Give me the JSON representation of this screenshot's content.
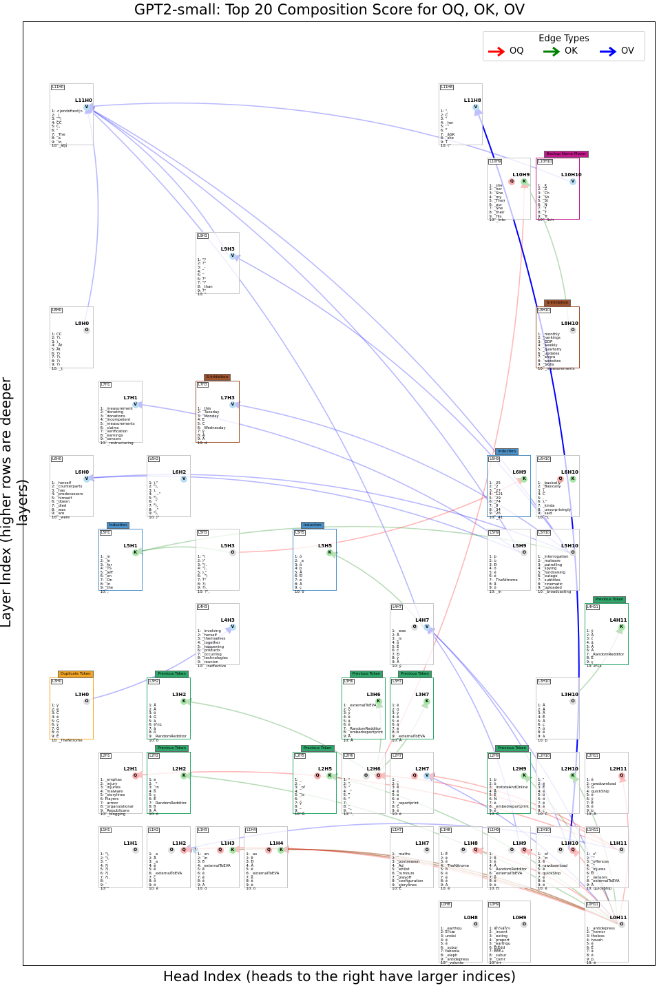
{
  "title": "GPT2-small: Top 20 Composition Score for OQ, OK, OV",
  "xlabel": "Head Index (heads to the right have larger indices)",
  "ylabel": "Layer Index (higher rows are deeper layers)",
  "colors": {
    "OQ": "#ff0000",
    "OK": "#008000",
    "OV": "#0000ff"
  },
  "legend": {
    "title": "Edge Types",
    "items": [
      {
        "label": "OQ",
        "color": "#ff0000"
      },
      {
        "label": "OK",
        "color": "#008000"
      },
      {
        "label": "OV",
        "color": "#0000ff"
      }
    ]
  },
  "heads": [
    {
      "id": "L11H0",
      "layer": 11,
      "head": 0,
      "roles": [
        "V"
      ],
      "tokens": [
        "1: <|endoftext|>",
        "2: _|",
        "3: _\"|",
        "4: CC",
        "5: C,",
        "6: \"",
        "7: _The",
        "8: _a",
        "9: _in",
        "10: _âĢĵ"
      ]
    },
    {
      "id": "L11H8",
      "layer": 11,
      "head": 8,
      "roles": [
        "V"
      ],
      "tokens": [
        "1: \",",
        "2: Ċ",
        "3: \"",
        "4: _her",
        "5: _\"",
        "6: \"",
        "7: _âĢK",
        "8: _she",
        "9: T",
        "10: t\""
      ]
    },
    {
      "id": "L10H9",
      "layer": 10,
      "head": 9,
      "roles": [
        "Q",
        "K"
      ],
      "tokens": [
        "1: _she",
        "2: _her",
        "3: _She",
        "4: _my",
        "5: _Their",
        "6: _our",
        "7: _She",
        "8: _their",
        "9: _His",
        "10: _Into"
      ]
    },
    {
      "id": "L10H10",
      "layer": 10,
      "head": 10,
      "roles": [
        "V"
      ],
      "badge": "Backup Name Mover",
      "badge_color": "#c2188b",
      "tokens": [
        "1: _K",
        "2: _Z",
        "3: _Ch",
        "4: _Sh",
        "5: _St",
        "6: _N",
        "7: _Y",
        "8: _T",
        "9: _Tr",
        "10: _Sch"
      ]
    },
    {
      "id": "L9H3",
      "layer": 9,
      "head": 3,
      "roles": [
        "V"
      ],
      "tokens": [
        "1: \"?",
        "2: ?\"",
        "3: _-",
        "4: _",
        "5: _",
        "6: ?\"",
        "7: \"?",
        "8: _than",
        "9: ?\"",
        "10: \""
      ]
    },
    {
      "id": "L8H0",
      "layer": 8,
      "head": 0,
      "roles": [
        "O"
      ],
      "tokens": [
        "1: CC",
        "2: ?).",
        "3: ).",
        "4: _Ät",
        "5: At",
        "6: ?)",
        "7: ?).",
        "8: ?)",
        "9: ?)",
        "10: _);"
      ]
    },
    {
      "id": "L8H10",
      "layer": 8,
      "head": 10,
      "roles": [
        "O"
      ],
      "badge": "S-Inhibition",
      "badge_color": "#a0522d",
      "tokens": [
        "1: _monthly",
        "2: _rankings",
        "3: _GDP",
        "4: _weekly",
        "5: _quarterly",
        "6: _updates",
        "7: _ahgra",
        "8: _websites",
        "9: _Skills",
        "10: _measurements"
      ]
    },
    {
      "id": "L7H1",
      "layer": 7,
      "head": 1,
      "roles": [
        "V"
      ],
      "tokens": [
        "1: _measurement",
        "2: _donating",
        "3: _donations",
        "4: _incompetent",
        "5: _measurements",
        "6: _claims",
        "7: _verification",
        "8: _earnings",
        "9: _sensors",
        "10: _restructuring"
      ]
    },
    {
      "id": "L7H3",
      "layer": 7,
      "head": 3,
      "roles": [
        "V"
      ],
      "badge": "S-Inhibition",
      "badge_color": "#a0522d",
      "tokens": [
        "1: _this",
        "2: _Tuesday",
        "3: _Monday",
        "4: E",
        "5: C",
        "6: _Wednesday",
        "7: y",
        "8: Â",
        "9: Å",
        "10: d"
      ]
    },
    {
      "id": "L6H0",
      "layer": 6,
      "head": 0,
      "roles": [
        "V"
      ],
      "tokens": [
        "1: _herself",
        "2: _counterparts",
        "3: _has",
        "4: _predecessors",
        "5: _himself",
        "6: _doesn",
        "7: _died",
        "8: _was",
        "9: _are",
        "10: _were"
      ]
    },
    {
      "id": "L6H2",
      "layer": 6,
      "head": 2,
      "roles": [
        "V"
      ],
      "tokens": [
        "1: ),\"",
        "2: \"),",
        "3: ),",
        "4: _...\"",
        "5: \"),",
        "6: _\"",
        "7: \"),",
        "8: _,\"",
        "9: \"),",
        "10: )\""
      ]
    },
    {
      "id": "L6H9",
      "layer": 6,
      "head": 9,
      "roles": [
        "K"
      ],
      "badge": "Induction",
      "badge_color": "#4a90c8",
      "tokens": [
        "1: _25",
        "2: _2",
        "3: _27",
        "4: _121",
        "5: _29",
        "6: _74",
        "7: _8",
        "8: _34",
        "9: _26",
        "10: _41"
      ]
    },
    {
      "id": "L6H10",
      "layer": 6,
      "head": 10,
      "roles": [
        "Q",
        "K"
      ],
      "tokens": [
        "1: _basically",
        "2: _Basically",
        "3: ).",
        "4: C",
        "5: ,",
        "6: ),\"",
        "7: _kinda",
        "8: _unsurprisingly",
        "9: _said",
        "10: \"),"
      ]
    },
    {
      "id": "L5H1",
      "layer": 5,
      "head": 1,
      "roles": [
        "K"
      ],
      "badge": "Induction",
      "badge_color": "#4a90c8",
      "tokens": [
        "1: _in",
        "2: _In",
        "3: _for",
        "4: _TS",
        "5: _Jeff",
        "6: _on",
        "7: _On",
        "8: _In",
        "9: _the",
        "10: ;"
      ]
    },
    {
      "id": "L5H3",
      "layer": 5,
      "head": 3,
      "roles": [
        "O"
      ],
      "tokens": [
        "1: \")",
        "2: )\"",
        "3: \").",
        "4: \"),",
        "5: ),\"",
        "6: _\")",
        "7: ?\"",
        "8: ?)",
        "9: ?).",
        "10: ?\","
      ]
    },
    {
      "id": "L5H5",
      "layer": 5,
      "head": 5,
      "roles": [
        "K"
      ],
      "badge": "Induction",
      "badge_color": "#4a90c8",
      "tokens": [
        "1: ô",
        "2: _a",
        "3: ô",
        "4: þ",
        "5: Â",
        "6: Ð",
        "7: é",
        "8: Â",
        "9: ç",
        "10: ö"
      ]
    },
    {
      "id": "L5H9",
      "layer": 5,
      "head": 9,
      "roles": [
        "O"
      ],
      "tokens": [
        "1: þ",
        "2: ù",
        "3: Ð",
        "4: ö",
        "5: é",
        "6: é",
        "7: _TheNitrome",
        "8: â",
        "9: ö",
        "10: _in"
      ]
    },
    {
      "id": "L5H10",
      "layer": 5,
      "head": 10,
      "roles": [
        "O"
      ],
      "tokens": [
        "1: _interrogation",
        "2: _malware",
        "3: _patrolling",
        "4: _spying",
        "5: _fundraising",
        "6: _outage",
        "7: _subtitles",
        "8: _cinematic",
        "9: _uploaded",
        "10: _broadcasting"
      ]
    },
    {
      "id": "L4H3",
      "layer": 4,
      "head": 3,
      "roles": [
        "V"
      ],
      "tokens": [
        "1: _involving",
        "2: _herself",
        "3: _themselves",
        "4: _together",
        "5: _happening",
        "6: _products",
        "7: _occurring",
        "8: _technologies",
        "9: _reunion",
        "10: _ineffective"
      ]
    },
    {
      "id": "L4H7",
      "layer": 4,
      "head": 7,
      "roles": [
        "O",
        "V"
      ],
      "tokens": [
        "1: _was",
        "2: Â",
        "3: _is",
        "4: ô",
        "5: Ê",
        "6: ć",
        "7: Ð",
        "8: ý",
        "9: Â",
        "10: ý"
      ]
    },
    {
      "id": "L4H11",
      "layer": 4,
      "head": 11,
      "roles": [
        "K"
      ],
      "badge": "Previous Token",
      "badge_color": "#2ea86a",
      "tokens": [
        "1: ÿ",
        "2: Â",
        "3: ć",
        "4: â",
        "5: À",
        "6: Á",
        "7: _RandomRedditor",
        "8: Ê",
        "9: ç",
        "10: ë¼Ŀ"
      ]
    },
    {
      "id": "L3H0",
      "layer": 3,
      "head": 0,
      "roles": [
        "O"
      ],
      "badge": "Duplicate Token",
      "badge_color": "#f5a623",
      "tokens": [
        "1: ÿ",
        "2: ê",
        "3: Ĉ",
        "4: ê",
        "5: Ĝ",
        "6: ý",
        "7: Ġ",
        "8: ö",
        "9: Ë",
        "10: _TheNitrome"
      ]
    },
    {
      "id": "L3H2",
      "layer": 3,
      "head": 2,
      "roles": [
        "K"
      ],
      "badge": "Previous Token",
      "badge_color": "#2ea86a",
      "tokens": [
        "1: Â",
        "2: Â",
        "3: ö",
        "4: Ġ",
        "5: â",
        "6: ë¼Ŀ",
        "7: â",
        "8: ß",
        "9: _RandomRedditor",
        "10: ö"
      ]
    },
    {
      "id": "L3H6",
      "layer": 3,
      "head": 6,
      "roles": [
        "K"
      ],
      "badge": "Previous Token",
      "badge_color": "#2ea86a",
      "tokens": [
        "1: _externalToEVA",
        "2: ö",
        "3: ý",
        "4: ê",
        "5: ä",
        "6: ê",
        "7: _RandomRedditor",
        "8: _embedreportprint",
        "9: Â",
        "10: Â"
      ]
    },
    {
      "id": "L3H7",
      "layer": 3,
      "head": 7,
      "roles": [
        "K"
      ],
      "badge": "Previous Token",
      "badge_color": "#2ea86a",
      "tokens": [
        "1: ê",
        "2: ö",
        "3: ý",
        "4: ê",
        "5: é",
        "6: ä",
        "7: é",
        "8: ö",
        "9: _externalToEVA",
        "10: Â"
      ]
    },
    {
      "id": "L3H10",
      "layer": 3,
      "head": 10,
      "roles": [
        "O"
      ],
      "tokens": [
        "1: Â",
        "2: Ã",
        "3: Å",
        "4: Ê",
        "5: Â",
        "6: ç",
        "7: ö",
        "8: ê",
        "9: â",
        "10: þ"
      ]
    },
    {
      "id": "L2H1",
      "layer": 2,
      "head": 1,
      "roles": [
        "Q"
      ],
      "tokens": [
        "1: _emphas",
        "2: _injury",
        "3: _injuries",
        "4: _malware",
        "5: _storylines",
        "6: Players",
        "7: _armor",
        "8: _organizational",
        "9: _Republicans",
        "10: _blogging"
      ]
    },
    {
      "id": "L2H2",
      "layer": 2,
      "head": 2,
      "roles": [
        "K"
      ],
      "badge": "Previous Token",
      "badge_color": "#2ea86a",
      "tokens": [
        "1: e",
        "2: _\"",
        "3: _in",
        "4: ß",
        "5: ç",
        "6: Ê",
        "7: _RandomRedditor",
        "8: ß",
        "9: Â",
        "10: ö"
      ]
    },
    {
      "id": "L2H5",
      "layer": 2,
      "head": 5,
      "roles": [
        "Q",
        "K"
      ],
      "badge": "Previous Token",
      "badge_color": "#2ea86a",
      "tokens": [
        "1: _",
        "2: ,",
        "3: _of",
        "4: _",
        "5: _is",
        "6: _",
        "7: ý",
        "8: _",
        "9: _",
        "10: Ġ"
      ]
    },
    {
      "id": "L2H6",
      "layer": 2,
      "head": 6,
      "roles": [
        "O",
        "Q"
      ],
      "tokens": [
        "1: \"",
        "2: \",",
        "3: \"",
        "4: _\"",
        "5: \"",
        "6: \"",
        "7: _",
        "8: _",
        "9: _\"",
        "10: \","
      ]
    },
    {
      "id": "L2H7",
      "layer": 2,
      "head": 7,
      "roles": [
        "Q",
        "V"
      ],
      "tokens": [
        "1: _",
        "2: ç",
        "3: ê",
        "4: ê",
        "5: é",
        "6: é",
        "7: _reportprint",
        "8: Ĉ",
        "9: ê",
        "10: ê"
      ]
    },
    {
      "id": "L2H9",
      "layer": 2,
      "head": 9,
      "roles": [
        "K"
      ],
      "badge": "Previous Token",
      "badge_color": "#2ea86a",
      "tokens": [
        "1: þ",
        "2: ö",
        "3: _InstoreAndOnline",
        "4: Â",
        "5: Ê",
        "6: Ñ",
        "7: ê",
        "8: _embedreportprint",
        "9: ê",
        "10: Ĉ"
      ]
    },
    {
      "id": "L2H10",
      "layer": 2,
      "head": 10,
      "roles": [
        "K"
      ],
      "tokens": [
        "1: \"",
        "2: ê",
        "3: Ê",
        "4: é",
        "5: ö",
        "6: ö",
        "7: ê",
        "8: ê",
        "9: ç",
        "10: Ĉ"
      ]
    },
    {
      "id": "L2H11",
      "layer": 2,
      "head": 11,
      "roles": [
        "Q"
      ],
      "tokens": [
        "1: ê",
        "2: rawdownload",
        "3: Ĝ",
        "4: quickShip",
        "5: ê",
        "6: ÿ",
        "7: Ê",
        "8: ê",
        "9: þ",
        "10: Â"
      ]
    },
    {
      "id": "L1H1",
      "layer": 1,
      "head": 1,
      "roles": [
        "O"
      ],
      "tokens": [
        "1: \"),",
        "2: \"),",
        "3: \".",
        "4: ?)",
        "5: ?).",
        "6: ?).",
        "7: ?),",
        "8: _",
        "9: _",
        "10: \""
      ]
    },
    {
      "id": "L1H2",
      "layer": 1,
      "head": 2,
      "roles": [
        "O",
        "Q",
        "V"
      ],
      "tokens": [
        "1: _a",
        "2: Å",
        "3: _a",
        "4: ê",
        "5: ê",
        "6: _externalToEVA",
        "7: ç",
        "8: ö",
        "9: ö",
        "10: ê"
      ]
    },
    {
      "id": "L1H3",
      "layer": 1,
      "head": 3,
      "roles": [
        "Q",
        "K"
      ],
      "tokens": [
        "1: _an",
        "2: _in",
        "3: ð",
        "4: _externalToEVA",
        "5: ê",
        "6: ê",
        "7: ê",
        "8: ê",
        "9: À",
        "10: ö"
      ]
    },
    {
      "id": "L1H4",
      "layer": 1,
      "head": 4,
      "roles": [
        "Q",
        "K"
      ],
      "tokens": [
        "1: _as",
        "2: ê",
        "3: Ð",
        "4: Â",
        "5: ê",
        "6: _externalToEVA",
        "7: ê",
        "8: ê",
        "9: ê",
        "10: ö"
      ]
    },
    {
      "id": "L1H7",
      "layer": 1,
      "head": 7,
      "roles": [
        "O"
      ],
      "tokens": [
        "1: _maths",
        "2: _",
        "3: _postseason",
        "4: _Ad",
        "5: _whilst",
        "6: _rumours",
        "7: _playoff",
        "8: _configuration",
        "9: _storylines",
        "10: Ê"
      ]
    },
    {
      "id": "L1H8",
      "layer": 1,
      "head": 8,
      "roles": [
        "O",
        "Q"
      ],
      "tokens": [
        "1: Ê",
        "2: ê",
        "3: ê",
        "4: _TheNitrome",
        "5: ö",
        "6: é",
        "7: é",
        "8: ê",
        "9: À",
        "10: ê"
      ]
    },
    {
      "id": "L1H9",
      "layer": 1,
      "head": 9,
      "roles": [
        "O",
        "Q"
      ],
      "tokens": [
        "1: _",
        "2: ê",
        "3: ê",
        "4: Â",
        "5: _RandomRedditor",
        "6: _externalToEVA",
        "7: é",
        "8: ê",
        "9: ê",
        "10: Ð"
      ]
    },
    {
      "id": "L1H10",
      "layer": 1,
      "head": 10,
      "roles": [
        "O",
        "Q"
      ],
      "tokens": [
        "1: _of",
        "2: _in",
        "3: ê",
        "4: rawdownload",
        "5: ê",
        "6: quickShip",
        "7: é",
        "8: ê",
        "9: ê",
        "10: ê"
      ]
    },
    {
      "id": "L1H11",
      "layer": 1,
      "head": 11,
      "roles": [
        "O"
      ],
      "tokens": [
        "1: _s\"",
        "2: _\"",
        "3: _offences",
        "4: _\"",
        "5: _injures",
        "6: Ð",
        "7: _sensors",
        "8: _externalToEVA",
        "9: À",
        "10: quickShip"
      ]
    },
    {
      "id": "L0H8",
      "layer": 0,
      "head": 8,
      "roles": [
        "O"
      ],
      "tokens": [
        "1: _earthqu",
        "2: Ė¼æ",
        "3: undai",
        "4: ê",
        "5: ê",
        "6: _subur",
        "7: taboola",
        "8: _eleph",
        "9: _antidepress",
        "10: _volunte"
      ]
    },
    {
      "id": "L0H9",
      "layer": 0,
      "head": 9,
      "roles": [
        "O"
      ],
      "tokens": [
        "1: âĥ¼âĥ¼",
        "2: _incent",
        "3: _exting",
        "4: _proport",
        "5: _earthqu",
        "6: ÊtÊdd",
        "7: ÊÊÊ+",
        "8: _subur",
        "9: _comr",
        "10: ê+"
      ]
    },
    {
      "id": "L0H11",
      "layer": 0,
      "head": 11,
      "roles": [
        "O"
      ],
      "tokens": [
        "1: _antidepress",
        "2: _hemor",
        "3: theless",
        "4: hovah",
        "5: ê",
        "6: Ê",
        "7: ä",
        "8: ê",
        "9: þ",
        "10: ê"
      ]
    }
  ],
  "edges": [
    {
      "from": "L8H0",
      "to": "L11H0",
      "type": "OV"
    },
    {
      "from": "L9H3",
      "to": "L11H0",
      "type": "OV"
    },
    {
      "from": "L10H10",
      "to": "L11H0",
      "type": "OV"
    },
    {
      "from": "L5H9",
      "to": "L11H0",
      "type": "OV"
    },
    {
      "from": "L5H10",
      "to": "L11H0",
      "type": "OV"
    },
    {
      "from": "L4H7",
      "to": "L11H0",
      "type": "OV"
    },
    {
      "from": "L1H10",
      "to": "L11H8",
      "type": "OV"
    },
    {
      "from": "L5H10",
      "to": "L9H3",
      "type": "OV"
    },
    {
      "from": "L5H9",
      "to": "L7H1",
      "type": "OV"
    },
    {
      "from": "L5H10",
      "to": "L7H3",
      "type": "OV"
    },
    {
      "from": "L5H10",
      "to": "L6H0",
      "type": "OV"
    },
    {
      "from": "L5H9",
      "to": "L6H0",
      "type": "OV"
    },
    {
      "from": "L3H0",
      "to": "L4H3",
      "type": "OV"
    },
    {
      "from": "L1H9",
      "to": "L4H7",
      "type": "OV"
    },
    {
      "from": "L1H10",
      "to": "L4H7",
      "type": "OV"
    },
    {
      "from": "L0H11",
      "to": "L4H7",
      "type": "OV"
    },
    {
      "from": "L1H11",
      "to": "L1H2",
      "type": "OV"
    },
    {
      "from": "L0H11",
      "to": "L2H7",
      "type": "OV"
    },
    {
      "from": "L8H10",
      "to": "L10H9",
      "type": "OK"
    },
    {
      "from": "L5H3",
      "to": "L5H1",
      "type": "OK"
    },
    {
      "from": "L5H10",
      "to": "L5H1",
      "type": "OK"
    },
    {
      "from": "L4H7",
      "to": "L5H5",
      "type": "OK"
    },
    {
      "from": "L2H6",
      "to": "L3H2",
      "type": "OK"
    },
    {
      "from": "L2H6",
      "to": "L3H6",
      "type": "OK"
    },
    {
      "from": "L2H6",
      "to": "L3H7",
      "type": "OK"
    },
    {
      "from": "L0H11",
      "to": "L1H3",
      "type": "OK"
    },
    {
      "from": "L0H11",
      "to": "L1H4",
      "type": "OK"
    },
    {
      "from": "L0H11",
      "to": "L2H5",
      "type": "OK"
    },
    {
      "from": "L0H11",
      "to": "L2H2",
      "type": "OK"
    },
    {
      "from": "L0H11",
      "to": "L2H9",
      "type": "OK"
    },
    {
      "from": "L0H11",
      "to": "L2H10",
      "type": "OK"
    },
    {
      "from": "L3H10",
      "to": "L4H11",
      "type": "OK"
    },
    {
      "from": "L5H3",
      "to": "L6H9",
      "type": "OQ"
    },
    {
      "from": "L2H6",
      "to": "L10H9",
      "type": "OQ"
    },
    {
      "from": "L1H11",
      "to": "L2H1",
      "type": "OQ"
    },
    {
      "from": "L1H11",
      "to": "L2H6",
      "type": "OQ"
    },
    {
      "from": "L1H11",
      "to": "L2H7",
      "type": "OQ"
    },
    {
      "from": "L0H11",
      "to": "L1H2",
      "type": "OQ"
    },
    {
      "from": "L0H11",
      "to": "L1H3",
      "type": "OQ"
    },
    {
      "from": "L0H11",
      "to": "L1H4",
      "type": "OQ"
    },
    {
      "from": "L0H11",
      "to": "L1H8",
      "type": "OQ"
    },
    {
      "from": "L0H11",
      "to": "L1H9",
      "type": "OQ"
    },
    {
      "from": "L0H11",
      "to": "L1H10",
      "type": "OQ"
    },
    {
      "from": "L0H11",
      "to": "L2H11",
      "type": "OQ"
    }
  ]
}
